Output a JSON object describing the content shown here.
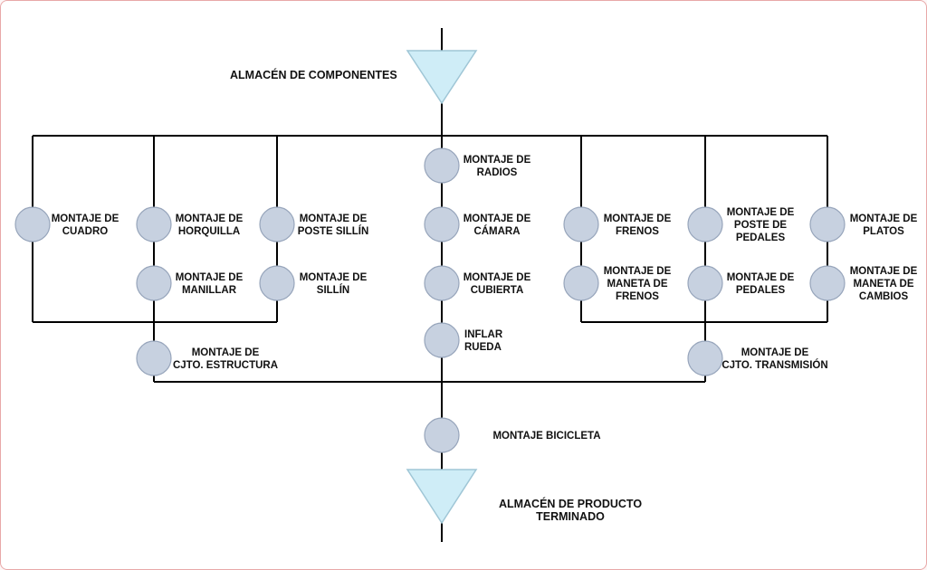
{
  "diagram": {
    "colors": {
      "line": "#000000",
      "node_fill": "#c7d1e0",
      "node_stroke": "#97a5bb",
      "tri_fill": "#cfedf7",
      "tri_stroke": "#9fc6d6"
    },
    "storage_top": {
      "label": [
        "ALMACÉN DE COMPONENTES"
      ]
    },
    "storage_bottom": {
      "label": [
        "ALMACÉN DE PRODUCTO",
        "TERMINADO"
      ]
    },
    "nodes": [
      {
        "id": "montaje-cuadro",
        "label": [
          "MONTAJE DE",
          "CUADRO"
        ]
      },
      {
        "id": "montaje-horquilla",
        "label": [
          "MONTAJE DE",
          "HORQUILLA"
        ]
      },
      {
        "id": "montaje-poste-sillin",
        "label": [
          "MONTAJE DE",
          "POSTE SILLÍN"
        ]
      },
      {
        "id": "montaje-manillar",
        "label": [
          "MONTAJE DE",
          "MANILLAR"
        ]
      },
      {
        "id": "montaje-sillin",
        "label": [
          "MONTAJE DE",
          "SILLÍN"
        ]
      },
      {
        "id": "montaje-cjto-estructura",
        "label": [
          "MONTAJE DE",
          "CJTO. ESTRUCTURA"
        ]
      },
      {
        "id": "montaje-radios",
        "label": [
          "MONTAJE DE",
          "RADIOS"
        ]
      },
      {
        "id": "montaje-camara",
        "label": [
          "MONTAJE DE",
          "CÁMARA"
        ]
      },
      {
        "id": "montaje-cubierta",
        "label": [
          "MONTAJE DE",
          "CUBIERTA"
        ]
      },
      {
        "id": "inflar-rueda",
        "label": [
          "INFLAR",
          "RUEDA"
        ]
      },
      {
        "id": "montaje-frenos",
        "label": [
          "MONTAJE DE",
          "FRENOS"
        ]
      },
      {
        "id": "montaje-maneta-frenos",
        "label": [
          "MONTAJE DE",
          "MANETA DE",
          "FRENOS"
        ]
      },
      {
        "id": "montaje-poste-pedales",
        "label": [
          "MONTAJE DE",
          "POSTE DE",
          "PEDALES"
        ]
      },
      {
        "id": "montaje-pedales",
        "label": [
          "MONTAJE DE",
          "PEDALES"
        ]
      },
      {
        "id": "montaje-platos",
        "label": [
          "MONTAJE DE",
          "PLATOS"
        ]
      },
      {
        "id": "montaje-maneta-cambios",
        "label": [
          "MONTAJE DE",
          "MANETA DE",
          "CAMBIOS"
        ]
      },
      {
        "id": "montaje-cjto-transmision",
        "label": [
          "MONTAJE DE",
          "CJTO. TRANSMISIÓN"
        ]
      },
      {
        "id": "montaje-bicicleta",
        "label": [
          "MONTAJE BICICLETA"
        ]
      }
    ]
  }
}
